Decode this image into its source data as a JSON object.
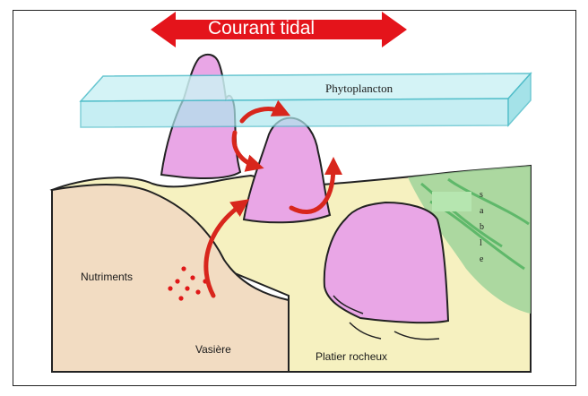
{
  "title": "Courant tidal",
  "labels": {
    "phytoplancton": "Phytoplancton",
    "nutriments": "Nutriments",
    "vasiere": "Vasière",
    "platier_rocheux": "Platier rocheux",
    "sable": "Sable"
  },
  "colors": {
    "tidal_arrow": "#e4141b",
    "rock": "#e9a6e6",
    "platier": "#f6f1c0",
    "vasiere": "#f2dcc2",
    "sable": "#9fd49a",
    "plankton_box": "#aee8ee",
    "nutrient_dot": "#e01818",
    "flow_arrow": "#d8261c"
  }
}
